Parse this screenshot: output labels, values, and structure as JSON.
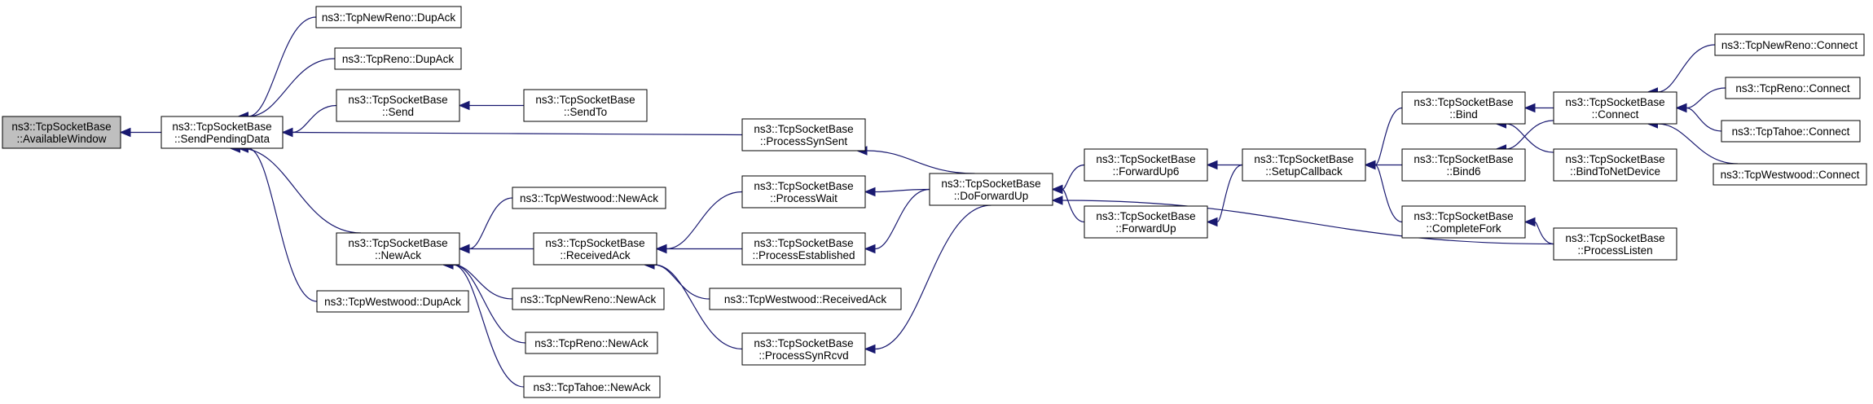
{
  "colors": {
    "edge": "#191970",
    "root_fill": "#bfbfbf",
    "node_fill": "#ffffff",
    "border": "#000000"
  },
  "nodes": [
    {
      "id": "available_window",
      "lines": [
        "ns3::TcpSocketBase",
        "::AvailableWindow"
      ],
      "root": true
    },
    {
      "id": "send_pending_data",
      "lines": [
        "ns3::TcpSocketBase",
        "::SendPendingData"
      ]
    },
    {
      "id": "newreno_dupack",
      "lines": [
        "ns3::TcpNewReno::DupAck"
      ]
    },
    {
      "id": "reno_dupack",
      "lines": [
        "ns3::TcpReno::DupAck"
      ]
    },
    {
      "id": "send",
      "lines": [
        "ns3::TcpSocketBase",
        "::Send"
      ]
    },
    {
      "id": "send_to",
      "lines": [
        "ns3::TcpSocketBase",
        "::SendTo"
      ]
    },
    {
      "id": "new_ack",
      "lines": [
        "ns3::TcpSocketBase",
        "::NewAck"
      ]
    },
    {
      "id": "westwood_dupack",
      "lines": [
        "ns3::TcpWestwood::DupAck"
      ]
    },
    {
      "id": "westwood_newack",
      "lines": [
        "ns3::TcpWestwood::NewAck"
      ]
    },
    {
      "id": "received_ack",
      "lines": [
        "ns3::TcpSocketBase",
        "::ReceivedAck"
      ]
    },
    {
      "id": "newreno_newack",
      "lines": [
        "ns3::TcpNewReno::NewAck"
      ]
    },
    {
      "id": "reno_newack",
      "lines": [
        "ns3::TcpReno::NewAck"
      ]
    },
    {
      "id": "tahoe_newack",
      "lines": [
        "ns3::TcpTahoe::NewAck"
      ]
    },
    {
      "id": "process_syn_sent",
      "lines": [
        "ns3::TcpSocketBase",
        "::ProcessSynSent"
      ]
    },
    {
      "id": "process_wait",
      "lines": [
        "ns3::TcpSocketBase",
        "::ProcessWait"
      ]
    },
    {
      "id": "process_established",
      "lines": [
        "ns3::TcpSocketBase",
        "::ProcessEstablished"
      ]
    },
    {
      "id": "westwood_receivedack",
      "lines": [
        "ns3::TcpWestwood::ReceivedAck"
      ]
    },
    {
      "id": "process_syn_rcvd",
      "lines": [
        "ns3::TcpSocketBase",
        "::ProcessSynRcvd"
      ]
    },
    {
      "id": "do_forward_up",
      "lines": [
        "ns3::TcpSocketBase",
        "::DoForwardUp"
      ]
    },
    {
      "id": "forward_up6",
      "lines": [
        "ns3::TcpSocketBase",
        "::ForwardUp6"
      ]
    },
    {
      "id": "forward_up",
      "lines": [
        "ns3::TcpSocketBase",
        "::ForwardUp"
      ]
    },
    {
      "id": "setup_callback",
      "lines": [
        "ns3::TcpSocketBase",
        "::SetupCallback"
      ]
    },
    {
      "id": "bind",
      "lines": [
        "ns3::TcpSocketBase",
        "::Bind"
      ]
    },
    {
      "id": "bind6",
      "lines": [
        "ns3::TcpSocketBase",
        "::Bind6"
      ]
    },
    {
      "id": "complete_fork",
      "lines": [
        "ns3::TcpSocketBase",
        "::CompleteFork"
      ]
    },
    {
      "id": "connect",
      "lines": [
        "ns3::TcpSocketBase",
        "::Connect"
      ]
    },
    {
      "id": "bind_to_net_device",
      "lines": [
        "ns3::TcpSocketBase",
        "::BindToNetDevice"
      ]
    },
    {
      "id": "process_listen",
      "lines": [
        "ns3::TcpSocketBase",
        "::ProcessListen"
      ]
    },
    {
      "id": "newreno_connect",
      "lines": [
        "ns3::TcpNewReno::Connect"
      ]
    },
    {
      "id": "reno_connect",
      "lines": [
        "ns3::TcpReno::Connect"
      ]
    },
    {
      "id": "tahoe_connect",
      "lines": [
        "ns3::TcpTahoe::Connect"
      ]
    },
    {
      "id": "westwood_connect",
      "lines": [
        "ns3::TcpWestwood::Connect"
      ]
    }
  ],
  "edges": [
    {
      "from": "send_pending_data",
      "to": "available_window"
    },
    {
      "from": "newreno_dupack",
      "to": "send_pending_data"
    },
    {
      "from": "reno_dupack",
      "to": "send_pending_data"
    },
    {
      "from": "send",
      "to": "send_pending_data"
    },
    {
      "from": "process_syn_sent",
      "to": "send_pending_data"
    },
    {
      "from": "new_ack",
      "to": "send_pending_data"
    },
    {
      "from": "westwood_dupack",
      "to": "send_pending_data"
    },
    {
      "from": "send_to",
      "to": "send"
    },
    {
      "from": "westwood_newack",
      "to": "new_ack"
    },
    {
      "from": "received_ack",
      "to": "new_ack"
    },
    {
      "from": "newreno_newack",
      "to": "new_ack"
    },
    {
      "from": "reno_newack",
      "to": "new_ack"
    },
    {
      "from": "tahoe_newack",
      "to": "new_ack"
    },
    {
      "from": "process_wait",
      "to": "received_ack"
    },
    {
      "from": "process_established",
      "to": "received_ack"
    },
    {
      "from": "westwood_receivedack",
      "to": "received_ack"
    },
    {
      "from": "process_syn_rcvd",
      "to": "received_ack"
    },
    {
      "from": "do_forward_up",
      "to": "process_syn_sent"
    },
    {
      "from": "do_forward_up",
      "to": "process_wait"
    },
    {
      "from": "do_forward_up",
      "to": "process_established"
    },
    {
      "from": "do_forward_up",
      "to": "process_syn_rcvd"
    },
    {
      "from": "forward_up6",
      "to": "do_forward_up"
    },
    {
      "from": "forward_up",
      "to": "do_forward_up"
    },
    {
      "from": "process_listen",
      "to": "do_forward_up"
    },
    {
      "from": "setup_callback",
      "to": "forward_up6"
    },
    {
      "from": "setup_callback",
      "to": "forward_up"
    },
    {
      "from": "bind",
      "to": "setup_callback"
    },
    {
      "from": "bind6",
      "to": "setup_callback"
    },
    {
      "from": "complete_fork",
      "to": "setup_callback"
    },
    {
      "from": "connect",
      "to": "bind"
    },
    {
      "from": "bind_to_net_device",
      "to": "bind"
    },
    {
      "from": "connect",
      "to": "bind6"
    },
    {
      "from": "process_listen",
      "to": "complete_fork"
    },
    {
      "from": "newreno_connect",
      "to": "connect"
    },
    {
      "from": "reno_connect",
      "to": "connect"
    },
    {
      "from": "tahoe_connect",
      "to": "connect"
    },
    {
      "from": "westwood_connect",
      "to": "connect"
    }
  ]
}
